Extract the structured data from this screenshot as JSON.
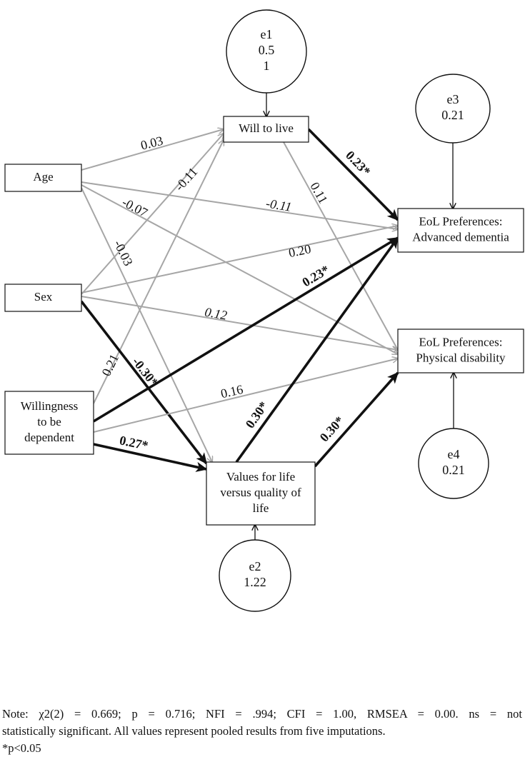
{
  "nodes": {
    "age": {
      "lines": [
        "Age"
      ]
    },
    "sex": {
      "lines": [
        "Sex"
      ]
    },
    "willingness": {
      "lines": [
        "Willingness",
        "to be",
        "dependent"
      ]
    },
    "will_to_live": {
      "lines": [
        "Will to live"
      ]
    },
    "values_life": {
      "lines": [
        "Values for life",
        "versus quality of",
        "life"
      ]
    },
    "eol_dementia": {
      "lines": [
        "EoL Preferences:",
        "Advanced dementia"
      ]
    },
    "eol_disability": {
      "lines": [
        "EoL Preferences:",
        "Physical disability"
      ]
    }
  },
  "errors": {
    "e1": {
      "lines": [
        "e1",
        "0.5",
        "1"
      ]
    },
    "e2": {
      "lines": [
        "e2",
        "1.22"
      ]
    },
    "e3": {
      "lines": [
        "e3",
        "0.21"
      ]
    },
    "e4": {
      "lines": [
        "e4",
        "0.21"
      ]
    }
  },
  "paths": [
    {
      "from": "age",
      "to": "will_to_live",
      "label": "0.03",
      "significant": false,
      "italic": false
    },
    {
      "from": "sex",
      "to": "will_to_live",
      "label": "-0.11",
      "significant": false,
      "italic": false
    },
    {
      "from": "willingness",
      "to": "will_to_live",
      "label": "0.21",
      "significant": false,
      "italic": false
    },
    {
      "from": "age",
      "to": "eol_dementia",
      "label": "-0.11",
      "significant": false,
      "italic": true
    },
    {
      "from": "age",
      "to": "eol_disability",
      "label": "-0.07",
      "significant": false,
      "italic": false
    },
    {
      "from": "age",
      "to": "values_life",
      "label": "-0.03",
      "significant": false,
      "italic": false
    },
    {
      "from": "will_to_live",
      "to": "eol_dementia",
      "label": "0.23*",
      "significant": true,
      "italic": false
    },
    {
      "from": "will_to_live",
      "to": "eol_disability",
      "label": "0.11",
      "significant": false,
      "italic": false
    },
    {
      "from": "sex",
      "to": "eol_dementia",
      "label": "0.20",
      "significant": false,
      "italic": false
    },
    {
      "from": "sex",
      "to": "eol_disability",
      "label": "0.12",
      "significant": false,
      "italic": true
    },
    {
      "from": "sex",
      "to": "values_life",
      "label": "-0.30*",
      "significant": true,
      "italic": false
    },
    {
      "from": "willingness",
      "to": "eol_dementia",
      "label": "0.23*",
      "significant": true,
      "italic": false
    },
    {
      "from": "willingness",
      "to": "eol_disability",
      "label": "0.16",
      "significant": false,
      "italic": false
    },
    {
      "from": "willingness",
      "to": "values_life",
      "label": "0.27*",
      "significant": true,
      "italic": false
    },
    {
      "from": "values_life",
      "to": "eol_dementia",
      "label": "0.30*",
      "significant": true,
      "italic": false
    },
    {
      "from": "values_life",
      "to": "eol_disability",
      "label": "0.30*",
      "significant": true,
      "italic": false
    }
  ],
  "colors": {
    "significant": "#111111",
    "nonsignificant": "#a6a6a6"
  },
  "note": {
    "line1": "Note: χ2(2) = 0.669; p = 0.716; NFI = .994; CFI = 1.00, RMSEA = 0.00. ns = not",
    "line2": "statistically significant. All values represent pooled results from five imputations.",
    "line3": "*p<0.05"
  }
}
